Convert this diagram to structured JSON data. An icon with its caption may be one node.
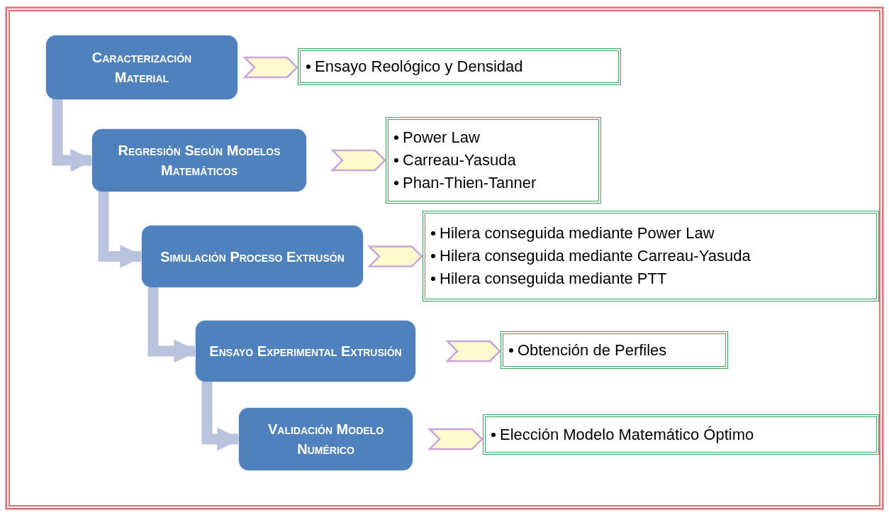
{
  "diagram": {
    "nodes": [
      {
        "text": [
          "Caracterización Material"
        ]
      },
      {
        "text": [
          "Ensayo Reológico y Densidad"
        ]
      },
      {
        "text": [
          "Regresión Según Modelos Matemáticos"
        ]
      },
      {
        "text": [
          "Power Law",
          "Carreau-Yasuda",
          "Phan-Thien-Tanner"
        ]
      },
      {
        "text": [
          "Simulación Proceso Extrusón"
        ]
      },
      {
        "text": [
          "Hilera conseguida mediante Power Law",
          "Hilera conseguida mediante Carreau-Yasuda",
          "Hilera conseguida mediante PTT"
        ]
      },
      {
        "text": [
          "Ensayo Experimental Extrusión"
        ]
      },
      {
        "text": [
          "Obtención de Perfiles"
        ]
      },
      {
        "text": [
          "Validación Modelo Numérico"
        ]
      },
      {
        "text": [
          "Elección Modelo Matemático Óptimo"
        ]
      }
    ],
    "edges": [
      {
        "from": 0,
        "to": 1,
        "arrow": "to"
      },
      {
        "from": 0,
        "to": 2,
        "arrow": "to"
      },
      {
        "from": 2,
        "to": 3,
        "arrow": "to"
      },
      {
        "from": 2,
        "to": 4,
        "arrow": "to"
      },
      {
        "from": 4,
        "to": 5,
        "arrow": "to"
      },
      {
        "from": 4,
        "to": 6,
        "arrow": "to"
      },
      {
        "from": 6,
        "to": 7,
        "arrow": "to"
      },
      {
        "from": 6,
        "to": 8,
        "arrow": "to"
      },
      {
        "from": 8,
        "to": 9,
        "arrow": "to"
      }
    ]
  }
}
